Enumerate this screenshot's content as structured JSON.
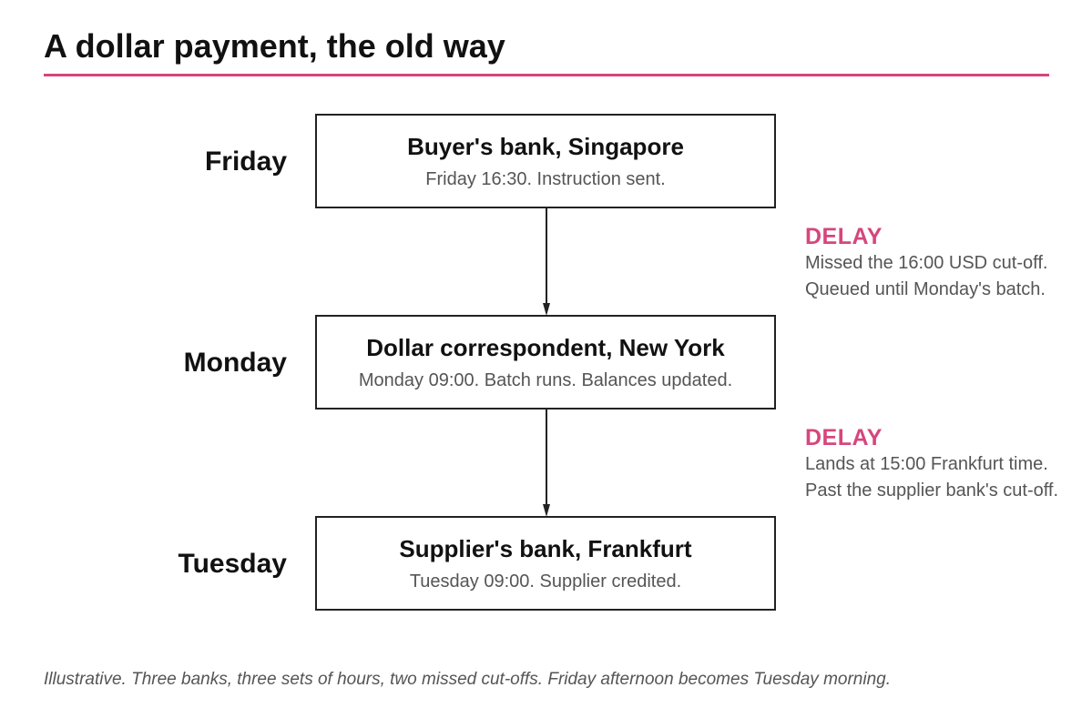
{
  "colors": {
    "accent": "#d6467d",
    "text": "#111111",
    "muted_text": "#555555",
    "box_border": "#222222",
    "arrow": "#222222"
  },
  "title": "A dollar payment, the old way",
  "steps": [
    {
      "day": "Friday",
      "bank": "Buyer's bank, Singapore",
      "detail": "Friday 16:30. Instruction sent."
    },
    {
      "day": "Monday",
      "bank": "Dollar correspondent, New York",
      "detail": "Monday 09:00. Batch runs. Balances updated."
    },
    {
      "day": "Tuesday",
      "bank": "Supplier's bank, Frankfurt",
      "detail": "Tuesday 09:00. Supplier credited."
    }
  ],
  "delays": [
    {
      "label": "DELAY",
      "lines": [
        "Missed the 16:00 USD cut-off.",
        "Queued until Monday's batch."
      ]
    },
    {
      "label": "DELAY",
      "lines": [
        "Lands at 15:00 Frankfurt time.",
        "Past the supplier bank's cut-off."
      ]
    }
  ],
  "footnote": "Illustrative. Three banks, three sets of hours, two missed cut-offs. Friday afternoon becomes Tuesday morning."
}
